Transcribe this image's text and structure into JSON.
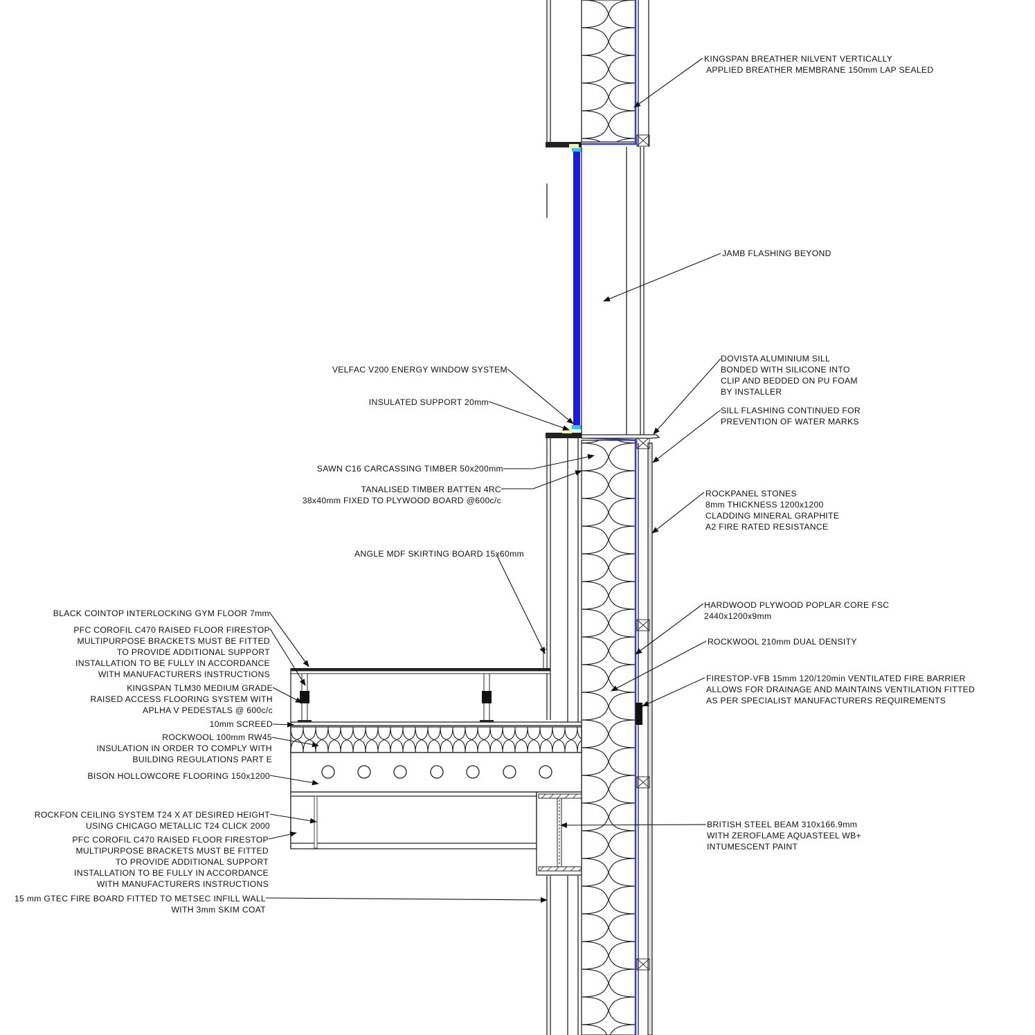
{
  "colors": {
    "line": "#222222",
    "membrane_blue": "#3a3ad8",
    "glazing_blue": "#1a1ae0",
    "seal_cyan": "#36c6f0",
    "insulated_support": "#f5f0b0",
    "background": "#ffffff"
  },
  "labels": {
    "kingspan_membrane": [
      "KINGSPAN BREATHER NILVENT VERTICALLY",
      "APPLIED BREATHER MEMBRANE 150mm LAP SEALED"
    ],
    "jamb_flashing": [
      "JAMB FLASHING BEYOND"
    ],
    "velfac_window": [
      "VELFAC V200 ENERGY WINDOW SYSTEM"
    ],
    "insulated_support": [
      "INSULATED SUPPORT 20mm"
    ],
    "sawn_timber": [
      "SAWN C16 CARCASSING TIMBER 50x200mm"
    ],
    "timber_batten": [
      "TANALISED TIMBER BATTEN 4RC",
      "38x40mm FIXED TO PLYWOOD BOARD @600c/c"
    ],
    "dovista_sill": [
      "DOVISTA ALUMINIUM SILL",
      "BONDED WITH SILICONE INTO",
      "CLIP AND BEDDED ON PU FOAM",
      "BY INSTALLER"
    ],
    "sill_flashing": [
      "SILL FLASHING CONTINUED FOR",
      "PREVENTION OF WATER MARKS"
    ],
    "rockpanel": [
      "ROCKPANEL STONES",
      "8mm THICKNESS 1200x1200",
      "CLADDING  MINERAL GRAPHITE",
      "A2 FIRE RATED RESISTANCE"
    ],
    "skirting": [
      "ANGLE MDF SKIRTING BOARD 15x60mm"
    ],
    "plywood": [
      "HARDWOOD PLYWOOD POPLAR CORE FSC",
      "2440x1200x9mm"
    ],
    "rockwool_wall": [
      "ROCKWOOL 210mm DUAL DENSITY"
    ],
    "firestop_vfb": [
      "FIRESTOP-VFB 15mm 120/120min VENTILATED FIRE BARRIER",
      "ALLOWS FOR DRAINAGE AND MAINTAINS VENTILATION FITTED",
      "AS PER SPECIALIST MANUFACTURERS REQUIREMENTS"
    ],
    "steel_beam": [
      "BRITISH STEEL BEAM 310x166.9mm",
      "WITH ZEROFLAME AQUASTEEL WB+",
      "INTUMESCENT PAINT"
    ],
    "gym_floor": [
      "BLACK COINTOP INTERLOCKING GYM FLOOR 7mm"
    ],
    "pfc_corofil_upper": [
      "PFC COROFIL C470 RAISED FLOOR FIRESTOP",
      "MULTIPURPOSE BRACKETS MUST BE FITTED",
      "TO PROVIDE ADDITIONAL SUPPORT",
      "INSTALLATION TO BE FULLY IN ACCORDANCE",
      "WITH MANUFACTURERS INSTRUCTIONS"
    ],
    "kingspan_floor": [
      "KINGSPAN TLM30 MEDIUM GRADE",
      "RAISED ACCESS FLOORING SYSTEM WITH",
      "APLHA V PEDESTALS @ 600c/c"
    ],
    "screed": [
      "10mm SCREED"
    ],
    "rockwool_floor": [
      "ROCKWOOL 100mm RW45",
      "INSULATION IN ORDER TO COMPLY WITH",
      "BUILDING REGULATIONS PART E"
    ],
    "hollowcore": [
      "BISON HOLLOWCORE FLOORING 150x1200"
    ],
    "rockfon_ceiling": [
      "ROCKFON CEILING SYSTEM T24 X AT DESIRED HEIGHT",
      "USING CHICAGO METALLIC T24 CLICK 2000"
    ],
    "pfc_corofil_lower": [
      "PFC COROFIL C470 RAISED FLOOR FIRESTOP",
      "MULTIPURPOSE BRACKETS MUST BE FITTED",
      "TO PROVIDE ADDITIONAL SUPPORT",
      "INSTALLATION TO BE FULLY IN ACCORDANCE",
      "WITH MANUFACTURERS INSTRUCTIONS"
    ],
    "fire_board": [
      "15 mm GTEC FIRE BOARD FITTED TO METSEC INFILL WALL",
      "WITH 3mm SKIM COAT"
    ]
  }
}
